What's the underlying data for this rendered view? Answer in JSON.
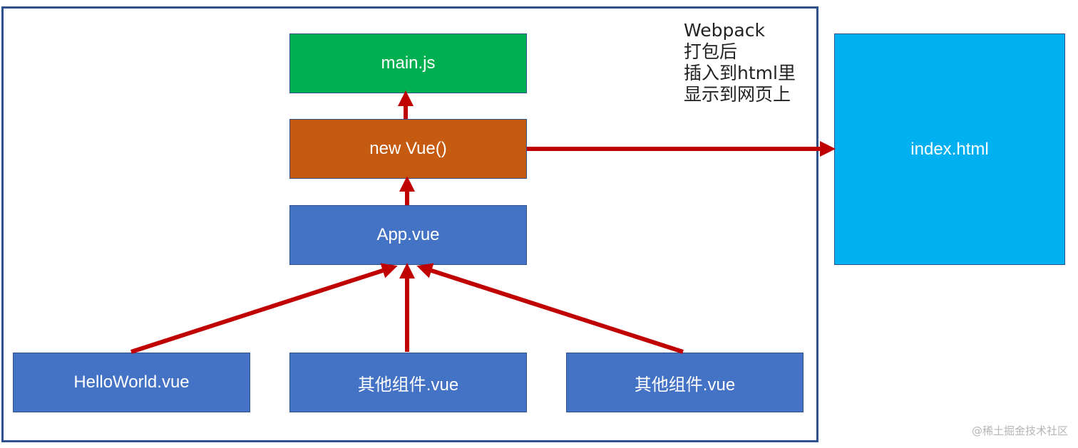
{
  "diagram": {
    "nodes": {
      "main_js": "main.js",
      "new_vue": "new Vue()",
      "app_vue": "App.vue",
      "hello_world": "HelloWorld.vue",
      "other_component_1": "其他组件.vue",
      "other_component_2": "其他组件.vue",
      "index_html": "index.html"
    },
    "note": [
      "Webpack",
      "打包后",
      "插入到html里",
      "显示到网页上"
    ],
    "colors": {
      "main_js": "#00b050",
      "new_vue": "#c55a11",
      "component": "#4472c4",
      "index_html": "#00b0f0",
      "arrow": "#c00000",
      "frame": "#2f528f"
    }
  },
  "watermark": "@稀土掘金技术社区"
}
